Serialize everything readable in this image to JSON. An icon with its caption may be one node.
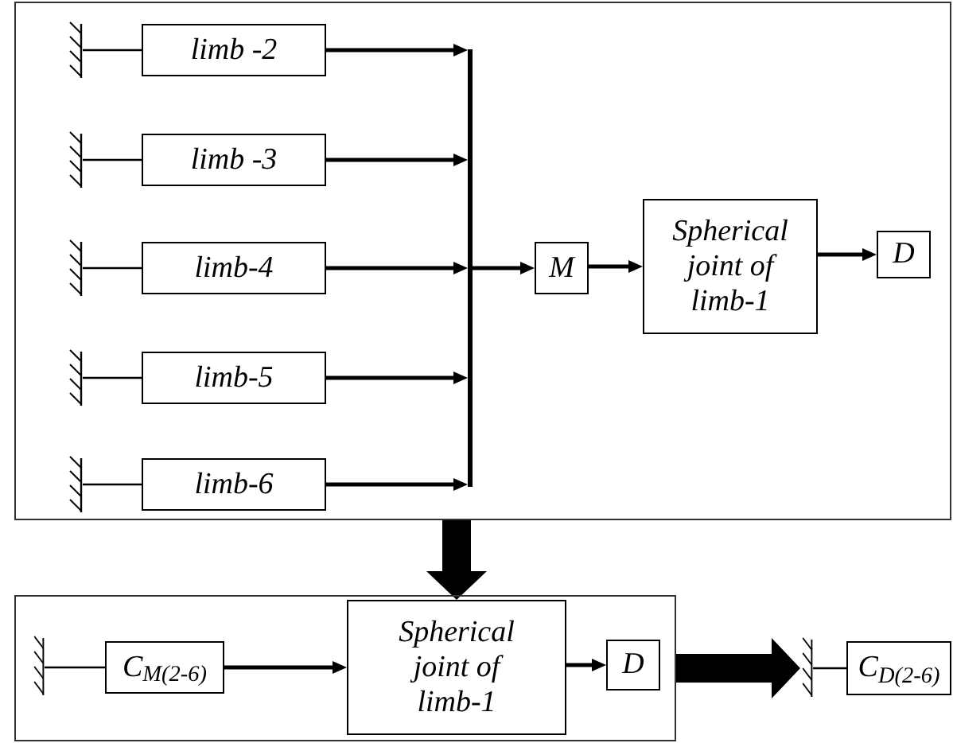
{
  "diagram": {
    "nodes": [
      {
        "text": [],
        "shape": "box"
      },
      {
        "text": [],
        "shape": "ground",
        "in": 0
      },
      {
        "text": [
          "limb -2"
        ],
        "in": 0
      },
      {
        "text": [],
        "shape": "ground",
        "in": 0
      },
      {
        "text": [
          "limb -3"
        ],
        "in": 0
      },
      {
        "text": [],
        "shape": "ground",
        "in": 0
      },
      {
        "text": [
          "limb-4"
        ],
        "in": 0
      },
      {
        "text": [],
        "shape": "ground",
        "in": 0
      },
      {
        "text": [
          "limb-5"
        ],
        "in": 0
      },
      {
        "text": [],
        "shape": "ground",
        "in": 0
      },
      {
        "text": [
          "limb-6"
        ],
        "in": 0
      },
      {
        "text": [],
        "shape": "bar",
        "in": 0
      },
      {
        "text": [
          "M"
        ],
        "in": 0
      },
      {
        "text": [
          "Spherical joint of limb-1"
        ],
        "in": 0
      },
      {
        "text": [
          "D"
        ],
        "in": 0
      },
      {
        "text": [],
        "shape": "box"
      },
      {
        "text": [],
        "shape": "ground",
        "in": 15
      },
      {
        "text": [
          "C$_{M(2-6)}$"
        ],
        "in": 15
      },
      {
        "text": [
          "Spherical joint of limb-1"
        ],
        "in": 15
      },
      {
        "text": [
          "D"
        ],
        "in": 15
      },
      {
        "text": [],
        "shape": "ground"
      },
      {
        "text": [
          "C$_{D(2-6)}$"
        ]
      }
    ],
    "edges": [
      {
        "from": 1,
        "to": 2,
        "arrow": "none"
      },
      {
        "from": 3,
        "to": 4,
        "arrow": "none"
      },
      {
        "from": 5,
        "to": 6,
        "arrow": "none"
      },
      {
        "from": 7,
        "to": 8,
        "arrow": "none"
      },
      {
        "from": 9,
        "to": 10,
        "arrow": "none"
      },
      {
        "from": 2,
        "to": 11,
        "arrow": "to"
      },
      {
        "from": 4,
        "to": 11,
        "arrow": "to"
      },
      {
        "from": 6,
        "to": 11,
        "arrow": "to"
      },
      {
        "from": 8,
        "to": 11,
        "arrow": "to"
      },
      {
        "from": 10,
        "to": 11,
        "arrow": "to"
      },
      {
        "from": 11,
        "to": 12,
        "arrow": "to"
      },
      {
        "from": 12,
        "to": 13,
        "arrow": "to"
      },
      {
        "from": 13,
        "to": 14,
        "arrow": "to"
      },
      {
        "from": 0,
        "to": 18,
        "arrow": "to",
        "style": "thick"
      },
      {
        "from": 16,
        "to": 17,
        "arrow": "none"
      },
      {
        "from": 17,
        "to": 18,
        "arrow": "to"
      },
      {
        "from": 18,
        "to": 19,
        "arrow": "to"
      },
      {
        "from": 15,
        "to": 20,
        "arrow": "to",
        "style": "thick"
      },
      {
        "from": 20,
        "to": 21,
        "arrow": "none"
      }
    ]
  }
}
